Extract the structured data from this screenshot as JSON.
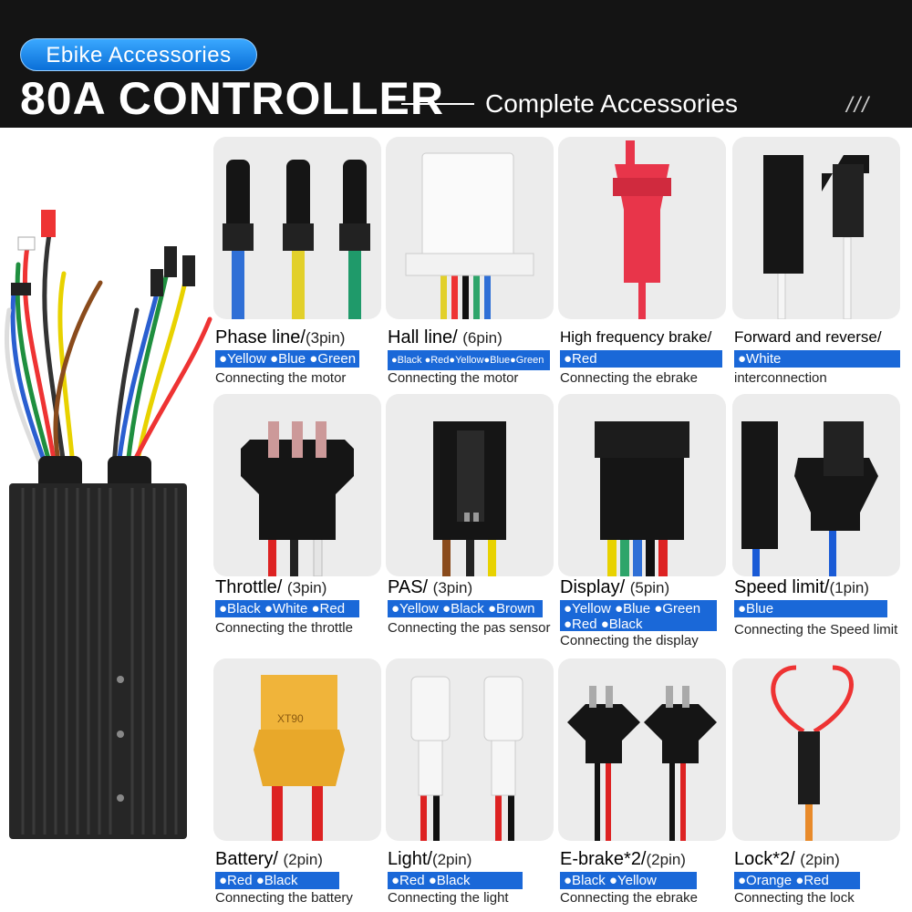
{
  "header": {
    "badge": "Ebike Accessories",
    "title": "80A CONTROLLER",
    "subtitle": "Complete Accessories",
    "decoration": "///"
  },
  "items": [
    {
      "name": "Phase line/",
      "pins": "(3pin)",
      "colors": "●Yellow ●Blue ●Green",
      "desc": "Connecting the motor"
    },
    {
      "name": "Hall line/",
      "pins": "(6pin)",
      "colors": "●Black ●Red●Yellow●Blue●Green",
      "desc": "Connecting the motor"
    },
    {
      "name": "High frequency brake/",
      "pins": "",
      "colors": "●Red",
      "desc": "Connecting the ebrake"
    },
    {
      "name": "Forward and reverse/",
      "pins": "",
      "colors": "●White",
      "desc": "interconnection"
    },
    {
      "name": "Throttle/",
      "pins": "(3pin)",
      "colors": "●Black ●White ●Red",
      "desc": "Connecting the throttle"
    },
    {
      "name": "PAS/",
      "pins": "(3pin)",
      "colors": "●Yellow ●Black ●Brown",
      "desc": "Connecting the pas sensor"
    },
    {
      "name": "Display/",
      "pins": "(5pin)",
      "colors": "●Yellow ●Blue ●Green",
      "colors2": "●Red ●Black",
      "desc": "Connecting the display"
    },
    {
      "name": "Speed limit/",
      "pins": "(1pin)",
      "colors": "●Blue",
      "desc": "Connecting the Speed limit"
    },
    {
      "name": "Battery/",
      "pins": "(2pin)",
      "colors": "●Red ●Black",
      "desc": "Connecting the battery"
    },
    {
      "name": "Light/",
      "pins": "(2pin)",
      "colors": "●Red ●Black",
      "desc": "Connecting the light"
    },
    {
      "name": "E-brake*2/",
      "pins": "(2pin)",
      "colors": "●Black ●Yellow",
      "desc": "Connecting the ebrake"
    },
    {
      "name": "Lock*2/",
      "pins": "(2pin)",
      "colors": "●Orange ●Red",
      "desc": "Connecting the lock"
    }
  ],
  "battery_plug_marking": "XT90",
  "colors": {
    "accent_blue": "#1a68d8",
    "header_bg": "#141414",
    "card_bg": "#ececec"
  }
}
